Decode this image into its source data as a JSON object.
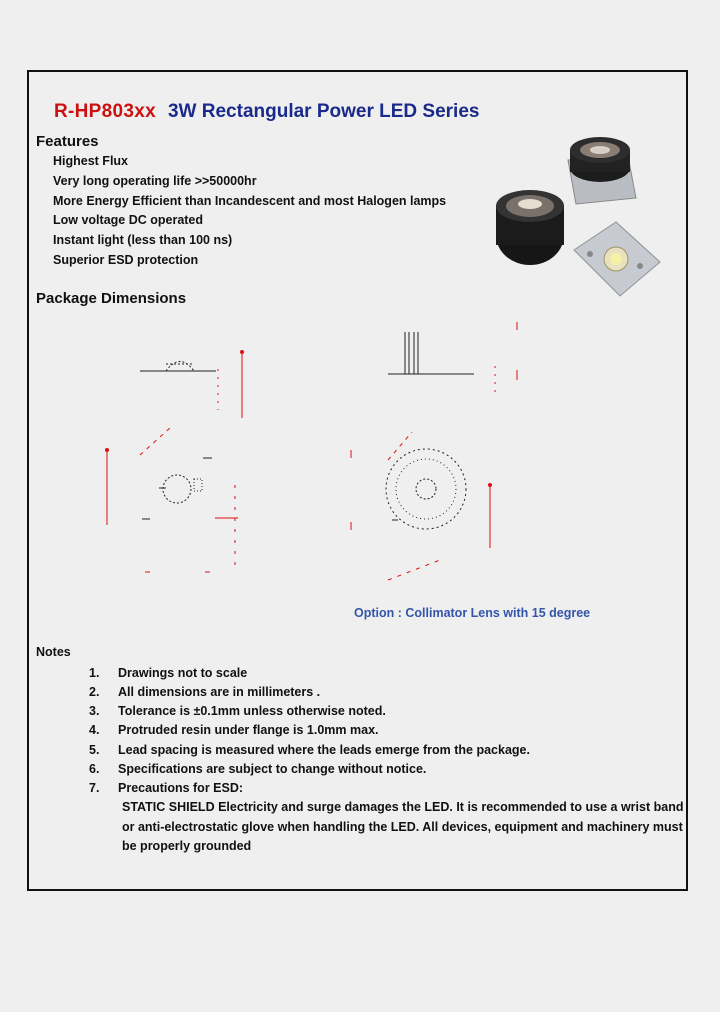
{
  "title": {
    "part": "R-HP803xx",
    "name": "3W Rectangular Power LED Series"
  },
  "features": {
    "heading": "Features",
    "items": [
      "Highest Flux",
      "Very long operating life >>50000hr",
      "More Energy Efficient than Incandescent and most Halogen lamps",
      "Low voltage DC operated",
      "Instant light (less than 100 ns)",
      "Superior ESD protection"
    ]
  },
  "package": {
    "heading": "Package Dimensions",
    "option_caption": "Option : Collimator Lens with 15 degree"
  },
  "notes": {
    "heading": "Notes",
    "items": [
      {
        "num": "1.",
        "text": "Drawings not to scale"
      },
      {
        "num": "2.",
        "text": "All dimensions are in millimeters ."
      },
      {
        "num": "3.",
        "text": "Tolerance is ±0.1mm unless otherwise noted."
      },
      {
        "num": "4.",
        "text": "Protruded resin under flange is 1.0mm max."
      },
      {
        "num": "5.",
        "text": "Lead spacing is measured where the leads emerge from the package."
      },
      {
        "num": "6.",
        "text": "Specifications are subject to change without notice."
      },
      {
        "num": "7.",
        "text": "Precautions for ESD:"
      }
    ],
    "esd_lines": [
      "STATIC SHIELD Electricity and surge damages the LED. It is recommended to use a wrist band",
      "or anti-electrostatic glove when handling the LED. All devices, equipment and machinery must",
      "be properly grounded"
    ]
  },
  "colors": {
    "part": "#cc1111",
    "name": "#1a2a8a",
    "option": "#3355aa",
    "dimension": "#dd1111"
  }
}
